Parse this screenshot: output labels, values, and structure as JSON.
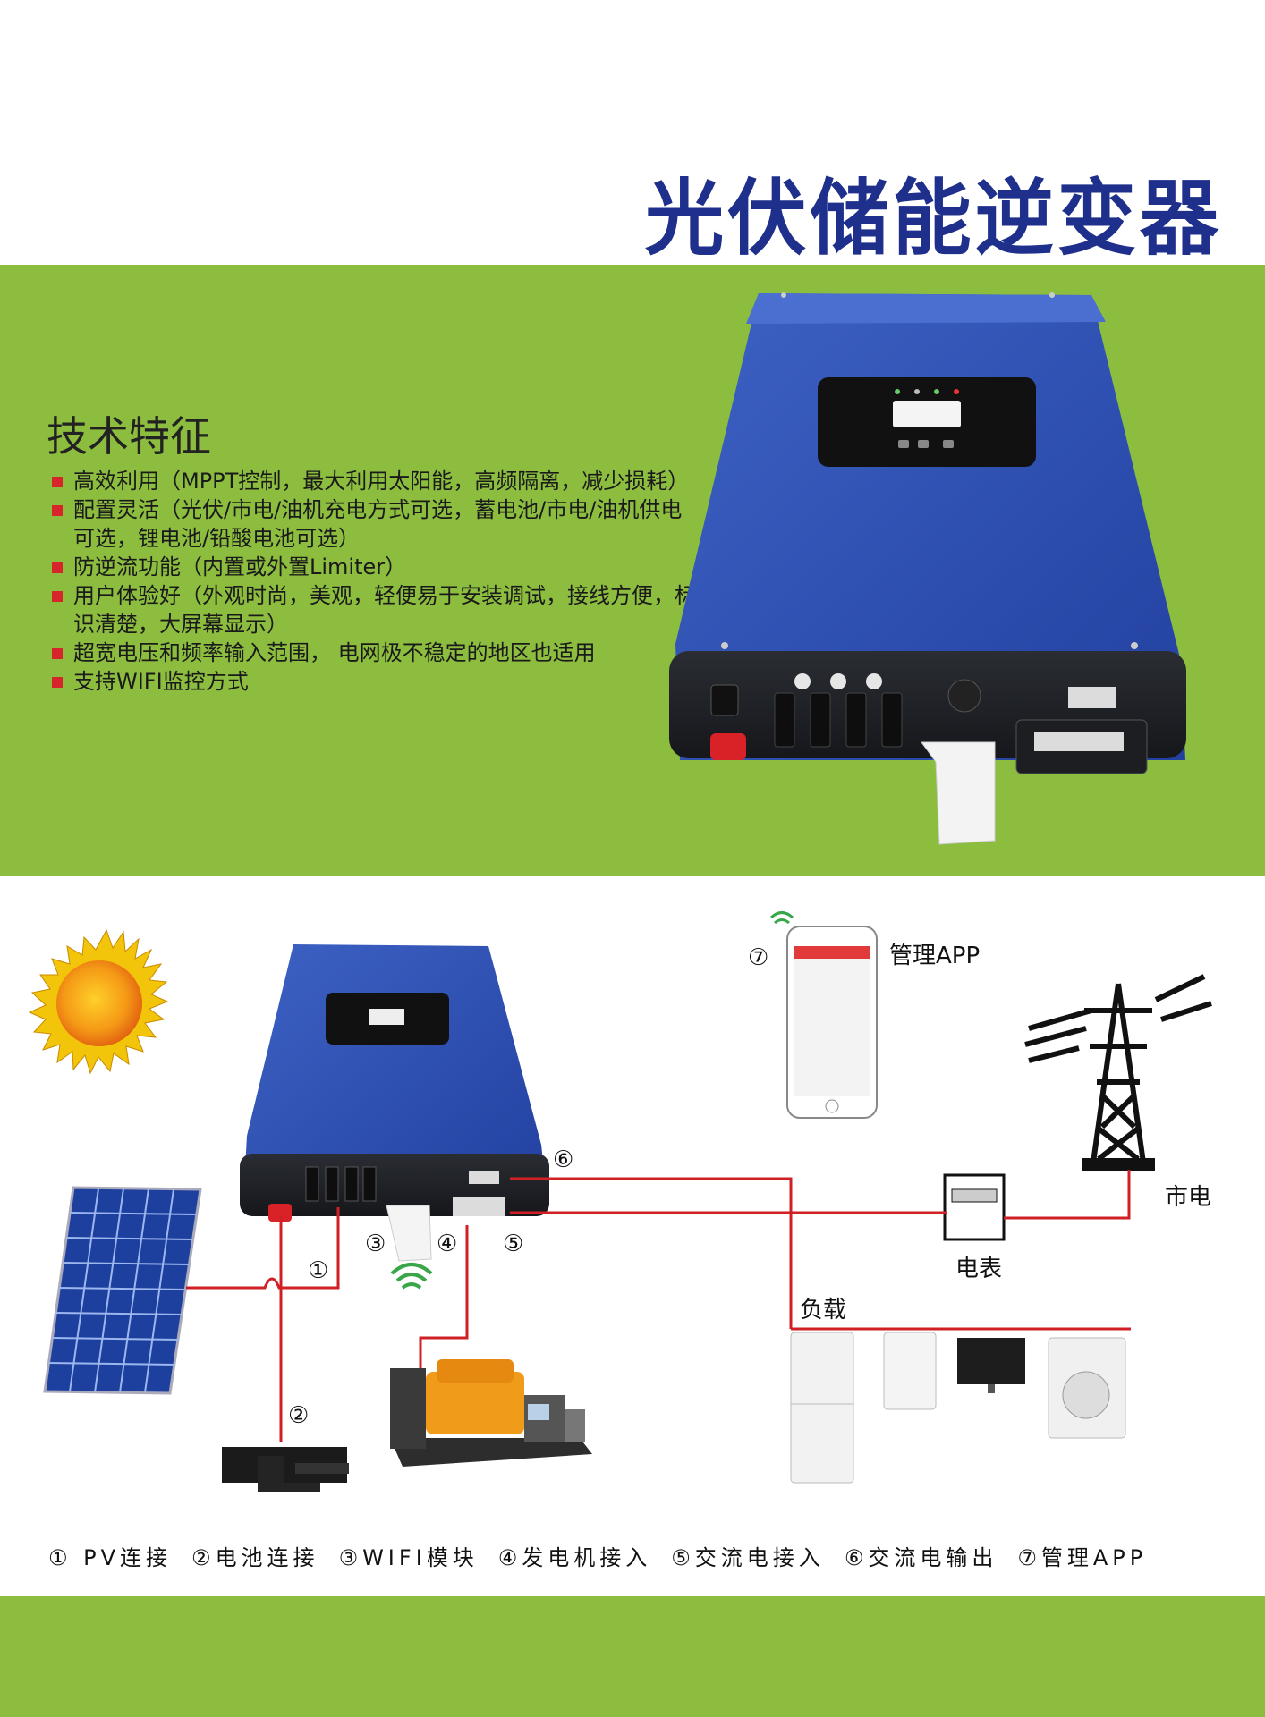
{
  "title": "光伏储能逆变器",
  "features": {
    "heading": "技术特征",
    "items": [
      "高效利用（MPPT控制，最大利用太阳能，高频隔离，减少损耗）",
      "配置灵活（光伏/市电/油机充电方式可选，蓄电池/市电/油机供电可选，锂电池/铅酸电池可选）",
      "防逆流功能（内置或外置Limiter）",
      "用户体验好（外观时尚，美观，轻便易于安装调试，接线方便，标识清楚，大屏幕显示）",
      "超宽电压和频率输入范围，  电网极不稳定的地区也适用",
      "支持WIFI监控方式"
    ]
  },
  "diagram": {
    "app_label": "管理APP",
    "grid_label": "市电",
    "meter_label": "电表",
    "load_label": "负载",
    "markers": [
      "①",
      "②",
      "③",
      "④",
      "⑤",
      "⑥",
      "⑦"
    ]
  },
  "legend": [
    "①  PV连接",
    "②电池连接",
    "③WIFI模块",
    "④发电机接入",
    "⑤交流电接入",
    "⑥交流电输出",
    "⑦管理APP"
  ],
  "colors": {
    "title": "#1e2f8c",
    "band": "#8dbd3f",
    "inverter": "#2b4aa8",
    "wire": "#d11f26",
    "bullet": "#d6262b"
  }
}
